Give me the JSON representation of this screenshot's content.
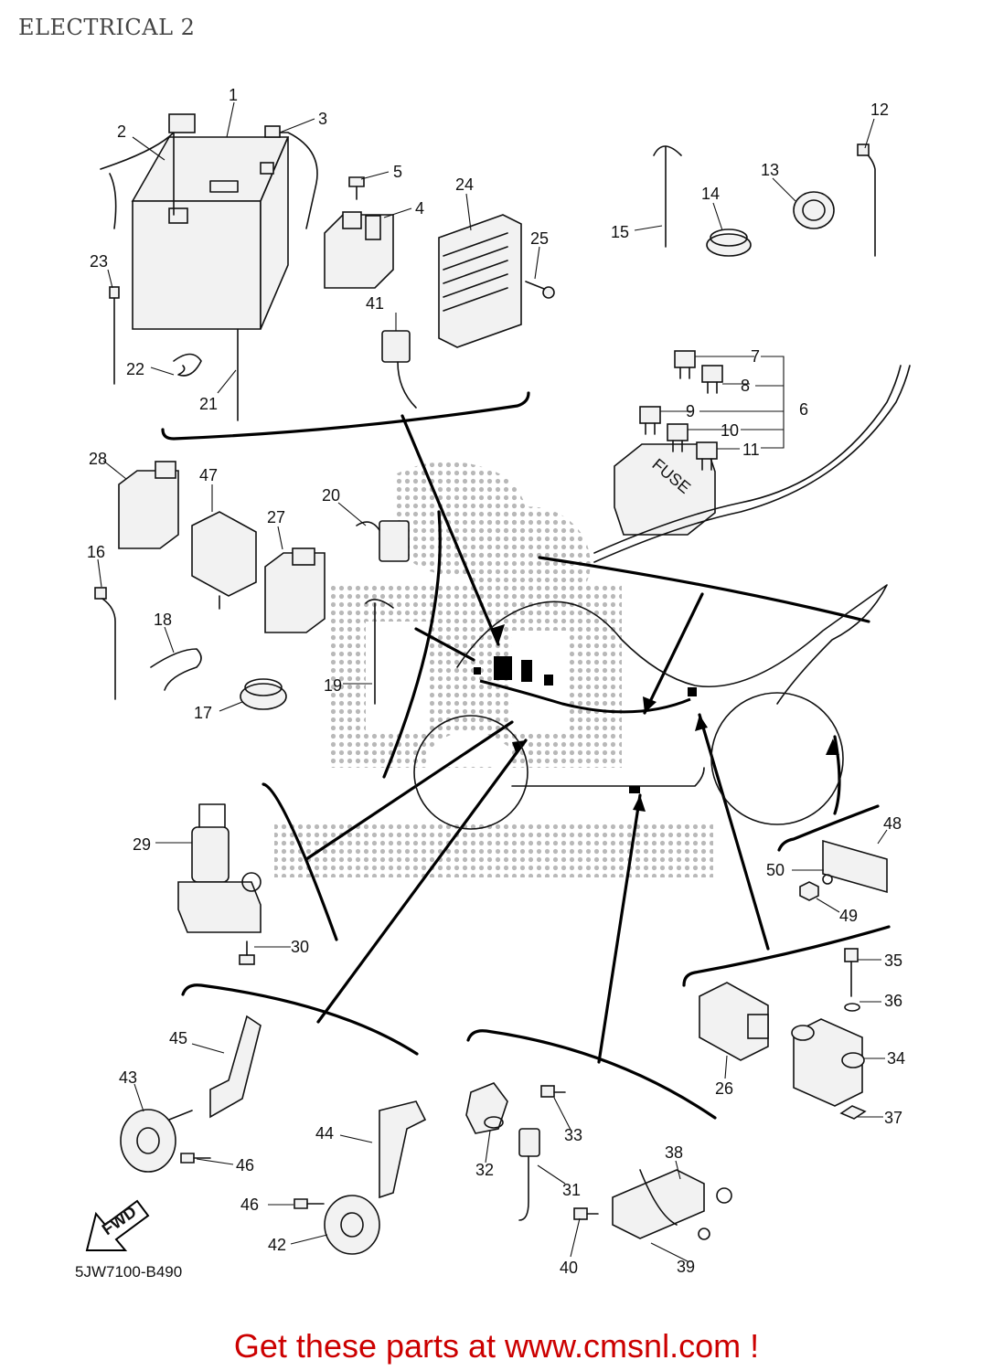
{
  "page": {
    "title": "ELECTRICAL 2",
    "drawing_code": "5JW7100-B490",
    "footer_text": "Get these parts at www.cmsnl.com !",
    "fwd_label": "FWD",
    "fuse_label": "FUSE"
  },
  "watermark": {
    "color": "#b5b5b5"
  },
  "callouts": [
    {
      "id": "c1",
      "label": "1"
    },
    {
      "id": "c2",
      "label": "2"
    },
    {
      "id": "c3",
      "label": "3"
    },
    {
      "id": "c4",
      "label": "4"
    },
    {
      "id": "c5",
      "label": "5"
    },
    {
      "id": "c6",
      "label": "6"
    },
    {
      "id": "c7",
      "label": "7"
    },
    {
      "id": "c8",
      "label": "8"
    },
    {
      "id": "c9",
      "label": "9"
    },
    {
      "id": "c10",
      "label": "10"
    },
    {
      "id": "c11",
      "label": "11"
    },
    {
      "id": "c12",
      "label": "12"
    },
    {
      "id": "c13",
      "label": "13"
    },
    {
      "id": "c14",
      "label": "14"
    },
    {
      "id": "c15",
      "label": "15"
    },
    {
      "id": "c16",
      "label": "16"
    },
    {
      "id": "c17",
      "label": "17"
    },
    {
      "id": "c18",
      "label": "18"
    },
    {
      "id": "c19",
      "label": "19"
    },
    {
      "id": "c20",
      "label": "20"
    },
    {
      "id": "c21",
      "label": "21"
    },
    {
      "id": "c22",
      "label": "22"
    },
    {
      "id": "c23",
      "label": "23"
    },
    {
      "id": "c24",
      "label": "24"
    },
    {
      "id": "c25",
      "label": "25"
    },
    {
      "id": "c26",
      "label": "26"
    },
    {
      "id": "c27",
      "label": "27"
    },
    {
      "id": "c28",
      "label": "28"
    },
    {
      "id": "c29",
      "label": "29"
    },
    {
      "id": "c30",
      "label": "30"
    },
    {
      "id": "c31",
      "label": "31"
    },
    {
      "id": "c32",
      "label": "32"
    },
    {
      "id": "c33",
      "label": "33"
    },
    {
      "id": "c34",
      "label": "34"
    },
    {
      "id": "c35",
      "label": "35"
    },
    {
      "id": "c36",
      "label": "36"
    },
    {
      "id": "c37",
      "label": "37"
    },
    {
      "id": "c38",
      "label": "38"
    },
    {
      "id": "c39",
      "label": "39"
    },
    {
      "id": "c40",
      "label": "40"
    },
    {
      "id": "c41",
      "label": "41"
    },
    {
      "id": "c42",
      "label": "42"
    },
    {
      "id": "c43",
      "label": "43"
    },
    {
      "id": "c44",
      "label": "44"
    },
    {
      "id": "c45",
      "label": "45"
    },
    {
      "id": "c46a",
      "label": "46"
    },
    {
      "id": "c46b",
      "label": "46"
    },
    {
      "id": "c47",
      "label": "47"
    },
    {
      "id": "c48",
      "label": "48"
    },
    {
      "id": "c49",
      "label": "49"
    },
    {
      "id": "c50",
      "label": "50"
    }
  ]
}
